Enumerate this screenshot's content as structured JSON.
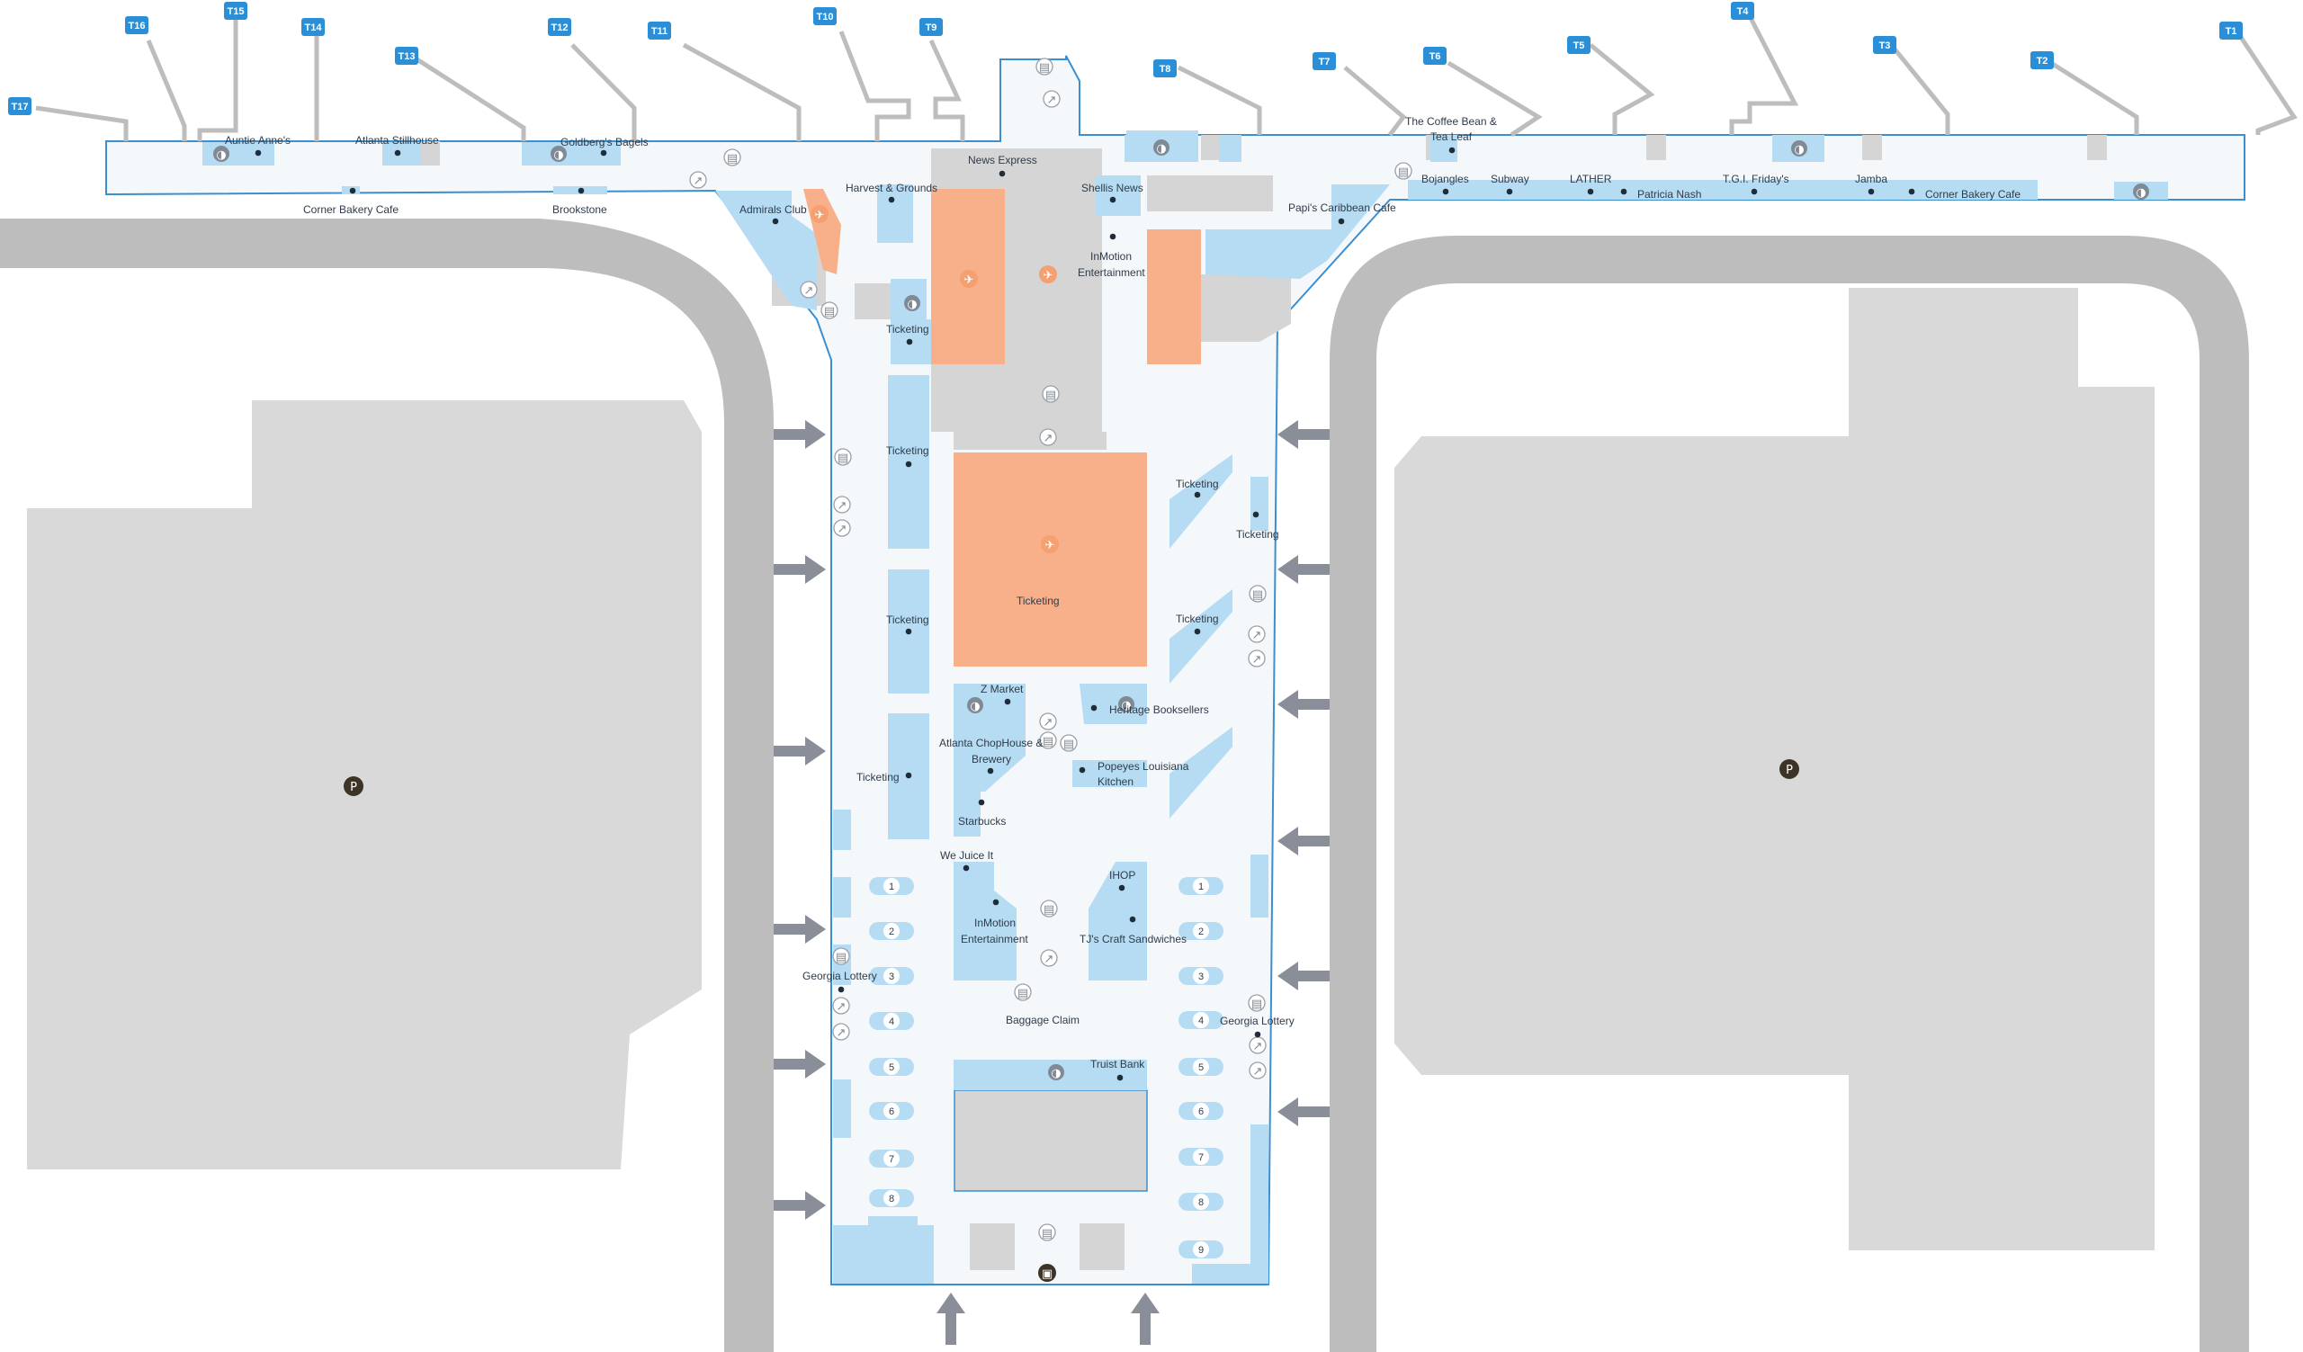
{
  "colors": {
    "background": "#ffffff",
    "road": "#bdbdbd",
    "parking": "#d9d9d9",
    "terminal_floor": "#f4f8fb",
    "terminal_outline": "#3a8fd0",
    "shop": "#b5dcf3",
    "service_gray": "#d5d5d5",
    "ticketing_orange": "#f7b08a",
    "gate_tag": "#2a8fd6",
    "arrow": "#8a8e99",
    "label": "#2f3b4a"
  },
  "gates": [
    "T17",
    "T16",
    "T15",
    "T14",
    "T13",
    "T12",
    "T11",
    "T10",
    "T9",
    "T8",
    "T7",
    "T6",
    "T5",
    "T4",
    "T3",
    "T2",
    "T1"
  ],
  "places": {
    "auntie_annes": "Auntie Anne's",
    "atlanta_stillhouse": "Atlanta Stillhouse",
    "goldbergs_bagels": "Goldberg's Bagels",
    "corner_bakery_west": "Corner Bakery Cafe",
    "brookstone": "Brookstone",
    "news_express": "News Express",
    "harvest_grounds": "Harvest & Grounds",
    "admirals_club": "Admirals Club",
    "shellis_news": "Shellis News",
    "inmotion_north_1": "InMotion",
    "inmotion_north_2": "Entertainment",
    "papis": "Papi's Caribbean Cafe",
    "coffee_bean_1": "The Coffee Bean &",
    "coffee_bean_2": "Tea Leaf",
    "bojangles": "Bojangles",
    "subway": "Subway",
    "lather": "LATHER",
    "patricia_nash": "Patricia Nash",
    "tgi_fridays": "T.G.I. Friday's",
    "jamba": "Jamba",
    "corner_bakery_east": "Corner Bakery Cafe",
    "z_market": "Z    Market",
    "heritage": "Heritage Booksellers",
    "chophouse_1": "Atlanta ChopHouse &",
    "chophouse_2": "Brewery",
    "popeyes_1": "Popeyes Louisiana",
    "popeyes_2": "Kitchen",
    "starbucks": "Starbucks",
    "we_juice": "We Juice It",
    "inmotion_south_1": "InMotion",
    "inmotion_south_2": "Entertainment",
    "ihop": "IHOP",
    "tjs": "TJ's Craft Sandwiches",
    "georgia_lottery_w": "Georgia Lottery",
    "georgia_lottery_e": "Georgia Lottery",
    "baggage_claim": "Baggage Claim",
    "truist": "Truist Bank"
  },
  "ticketing": "Ticketing",
  "bag_belts_west": [
    "1",
    "2",
    "3",
    "4",
    "5",
    "6",
    "7",
    "8"
  ],
  "bag_belts_east": [
    "1",
    "2",
    "3",
    "4",
    "5",
    "6",
    "7",
    "8",
    "9"
  ],
  "icons": {
    "parking": "parking-icon",
    "restroom": "restroom-icon",
    "elevator": "elevator-icon",
    "escalator": "escalator-icon",
    "ticketing_service": "ticketing-icon",
    "train": "train-icon",
    "entrance_arrow": "entrance-arrow-icon"
  },
  "icon_glyphs": {
    "parking": "P",
    "restroom": "◑",
    "elevator": "▤",
    "escalator": "↗",
    "ticketing_service": "✈",
    "train": "▣"
  }
}
